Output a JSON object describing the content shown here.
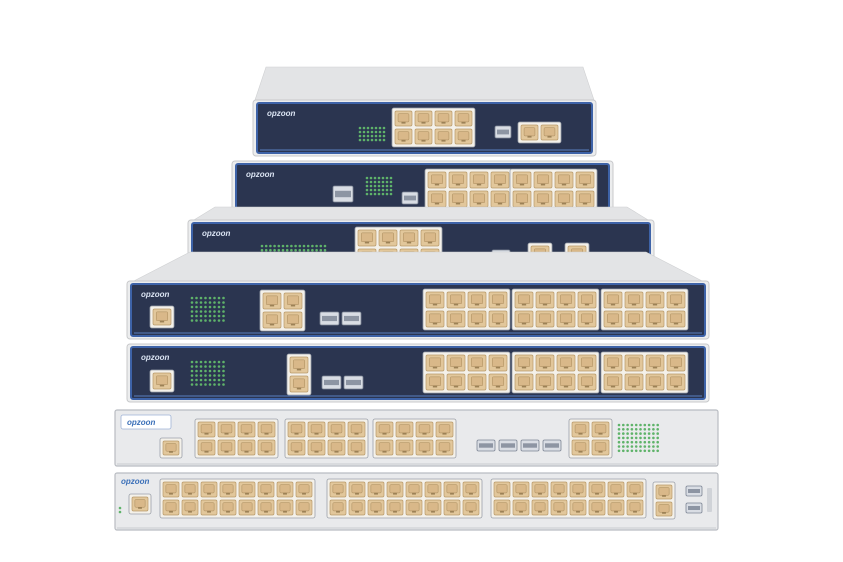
{
  "product": {
    "brand": "opzoon"
  },
  "colors": {
    "background": "#ffffff",
    "chassis_light": "#ecedee",
    "chassis_shadow": "#c8c9cb",
    "panel_dark": "#2b3550",
    "panel_trim": "#3e63a8",
    "panel_light": "#e9eaec",
    "port_gold": "#e2c79b",
    "port_inner": "#d9b889",
    "led_green": "#5fb36a",
    "brand_blue": "#3a6fb8"
  },
  "devices": {
    "count": 7,
    "units": [
      {
        "id": "device-1",
        "style": "dark",
        "rj45_groups": [
          4
        ],
        "sfp_ports": 1,
        "extra_ports": 2
      },
      {
        "id": "device-2",
        "style": "dark",
        "rj45_groups": [
          4,
          4
        ],
        "sfp_ports": 0,
        "extra_ports": 2
      },
      {
        "id": "device-3",
        "style": "dark",
        "rj45_groups": [
          4
        ],
        "sfp_ports": 1,
        "extra_ports": 2
      },
      {
        "id": "device-4",
        "style": "dark",
        "rj45_groups": [
          4,
          4,
          4
        ],
        "sfp_ports": 2,
        "extra_ports": 4
      },
      {
        "id": "device-5",
        "style": "dark",
        "rj45_groups": [
          4,
          4,
          4
        ],
        "sfp_ports": 2,
        "extra_ports": 2
      },
      {
        "id": "device-6",
        "style": "light",
        "rj45_groups": [
          4,
          4,
          4,
          2
        ],
        "sfp_ports": 4,
        "extra_ports": 1
      },
      {
        "id": "device-7",
        "style": "light",
        "rj45_groups": [
          8,
          8,
          8,
          2
        ],
        "sfp_ports": 2,
        "extra_ports": 1
      }
    ]
  }
}
